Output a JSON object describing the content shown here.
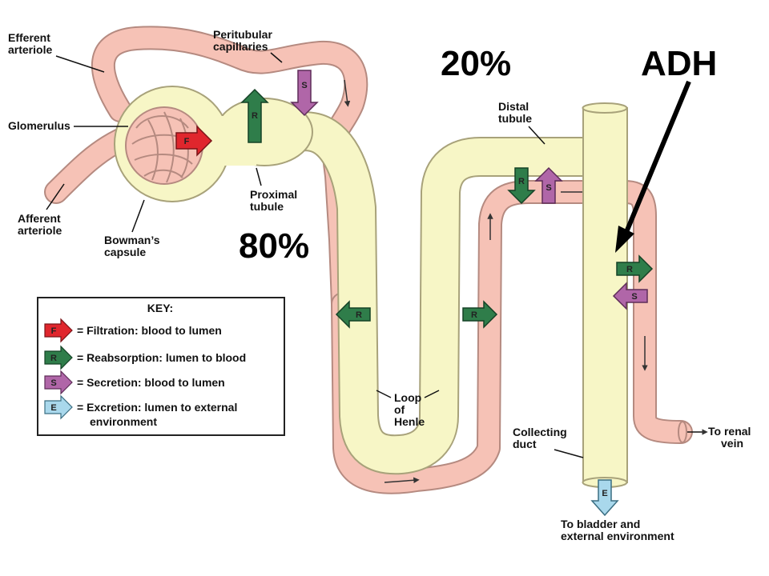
{
  "labels": {
    "efferent_arteriole": [
      "Efferent",
      "arteriole"
    ],
    "peritubular_capillaries": [
      "Peritubular",
      "capillaries"
    ],
    "glomerulus": "Glomerulus",
    "afferent_arteriole": [
      "Afferent",
      "arteriole"
    ],
    "bowmans_capsule": [
      "Bowman’s",
      "capsule"
    ],
    "proximal_tubule": [
      "Proximal",
      "tubule"
    ],
    "distal_tubule": [
      "Distal",
      "tubule"
    ],
    "loop_of_henle": [
      "Loop",
      "of",
      "Henle"
    ],
    "collecting_duct": [
      "Collecting",
      "duct"
    ],
    "to_renal_vein": [
      "To renal",
      "vein"
    ],
    "to_bladder": [
      "To bladder and",
      "external environment"
    ]
  },
  "annotations": {
    "pct_80": "80%",
    "pct_20": "20%",
    "adh": "ADH"
  },
  "key": {
    "title": "KEY:",
    "items": [
      {
        "letter": "F",
        "text": "= Filtration: blood to lumen",
        "color": "#e0262d"
      },
      {
        "letter": "R",
        "text": "= Reabsorption: lumen to blood",
        "color": "#2f7d4a"
      },
      {
        "letter": "S",
        "text": "= Secretion: blood to lumen",
        "color": "#b066a8"
      },
      {
        "letter": "E",
        "text": "= Excretion: lumen to external",
        "text2": "environment",
        "color": "#a9d8ec"
      }
    ]
  },
  "process_arrows": {
    "filtration": "F",
    "reabsorption": "R",
    "secretion": "S",
    "excretion": "E"
  },
  "colors": {
    "vessel": "#f6c2b6",
    "vessel_stroke": "#b58a80",
    "tubule": "#f7f6c6",
    "tubule_stroke": "#a8a27a"
  }
}
